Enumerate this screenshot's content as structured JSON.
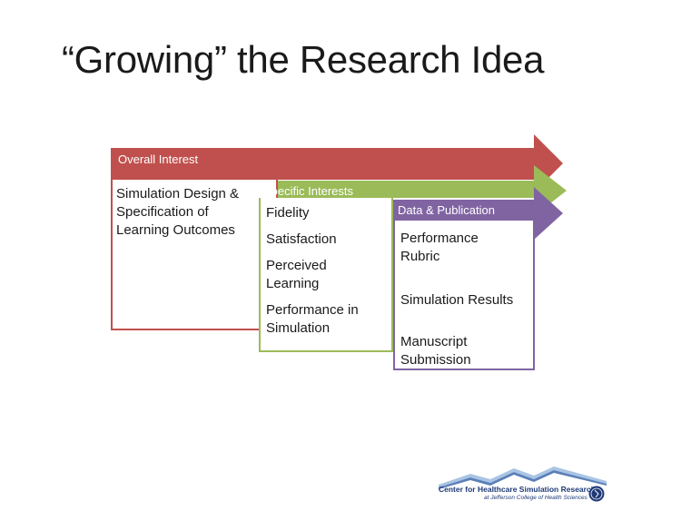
{
  "slide": {
    "title": "“Growing” the Research Idea"
  },
  "diagram": {
    "stages": [
      {
        "label": "Overall Interest",
        "color": "#c0504d",
        "items": [
          "Simulation Design &\nSpecification of\nLearning Outcomes"
        ]
      },
      {
        "label": "Specific Interests",
        "color": "#9bbb59",
        "items": [
          "Fidelity",
          "Satisfaction",
          "Perceived\nLearning",
          "Performance in\nSimulation"
        ]
      },
      {
        "label": "Data & Publication",
        "color": "#8064a2",
        "items": [
          "Performance\nRubric",
          "Simulation Results",
          "Manuscript\nSubmission"
        ]
      }
    ]
  },
  "logo": {
    "name": "Center for Healthcare Simulation Research",
    "subtitle": "at Jefferson College of Health Sciences",
    "seal_icon": "college-seal-icon",
    "mountain_color": "#a9c4e4"
  }
}
